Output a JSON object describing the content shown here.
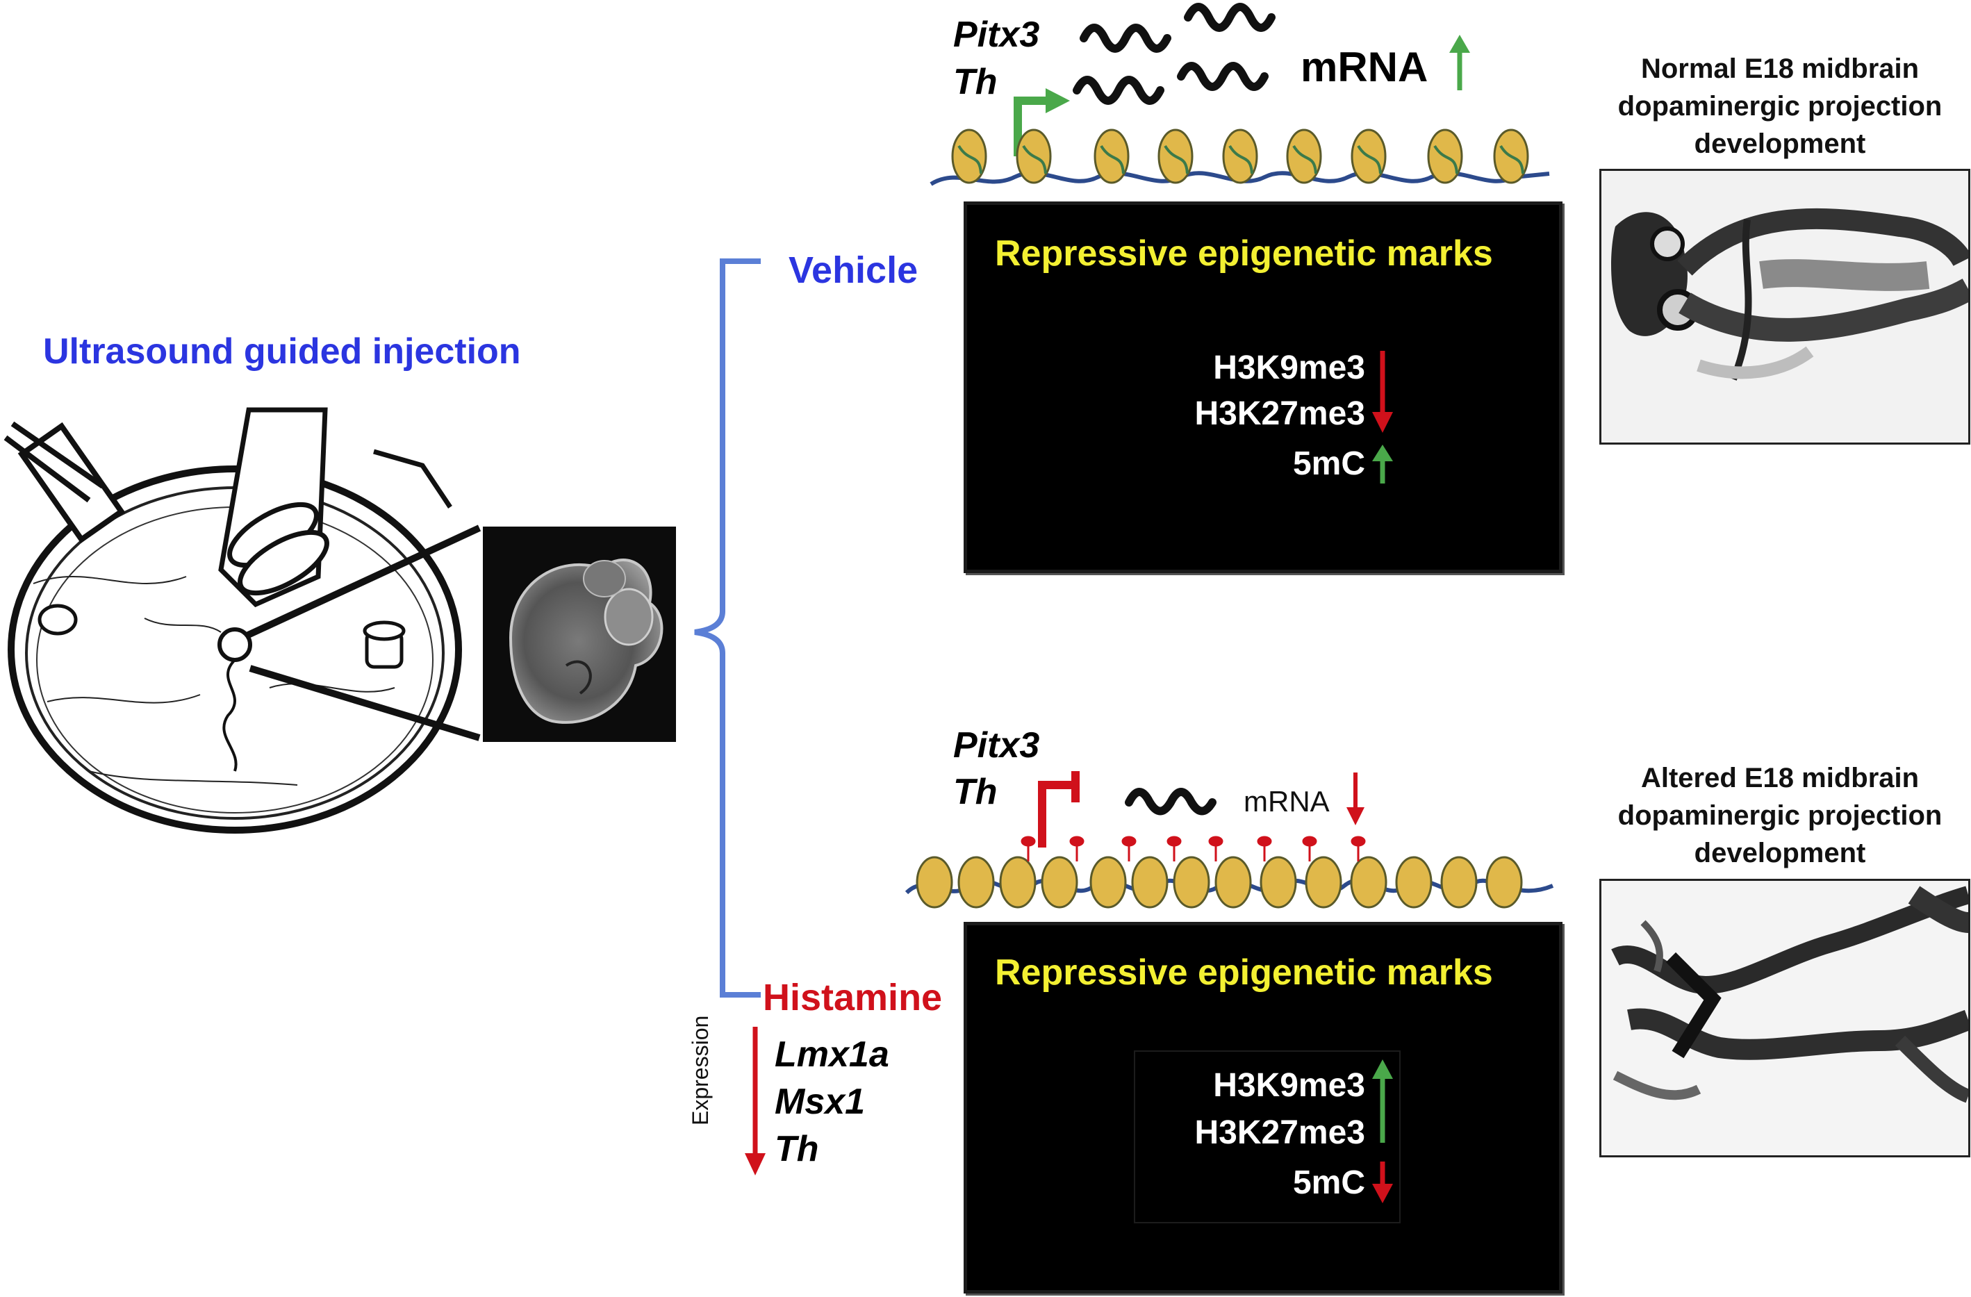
{
  "left": {
    "title": "Ultrasound guided injection"
  },
  "branches": {
    "vehicle": "Vehicle",
    "histamine": "Histamine"
  },
  "expression": {
    "axis_label": "Expression",
    "genes": [
      "Lmx1a",
      "Msx1",
      "Th"
    ]
  },
  "vehicle_panel": {
    "genes": [
      "Pitx3",
      "Th"
    ],
    "mrna_label": "mRNA",
    "box_title": "Repressive epigenetic marks",
    "marks": [
      "H3K9me3",
      "H3K27me3",
      "5mC"
    ],
    "right_title": "Normal E18 midbrain\ndopaminergic projection\ndevelopment"
  },
  "histamine_panel": {
    "genes": [
      "Pitx3",
      "Th"
    ],
    "mrna_label": "mRNA",
    "box_title": "Repressive epigenetic marks",
    "marks": [
      "H3K9me3",
      "H3K27me3",
      "5mC"
    ],
    "right_title": "Altered E18 midbrain\ndopaminergic projection\ndevelopment"
  },
  "colors": {
    "blue": "#2b35e0",
    "red": "#d0111b",
    "green": "#4aa84a",
    "yellow": "#f3f032",
    "bracket": "#5b7fd6"
  },
  "icons": [
    "syringe-icon",
    "embryo-image",
    "nucleosome-icon",
    "mrna-squiggle-icon",
    "arrow-up-icon",
    "arrow-down-icon"
  ]
}
